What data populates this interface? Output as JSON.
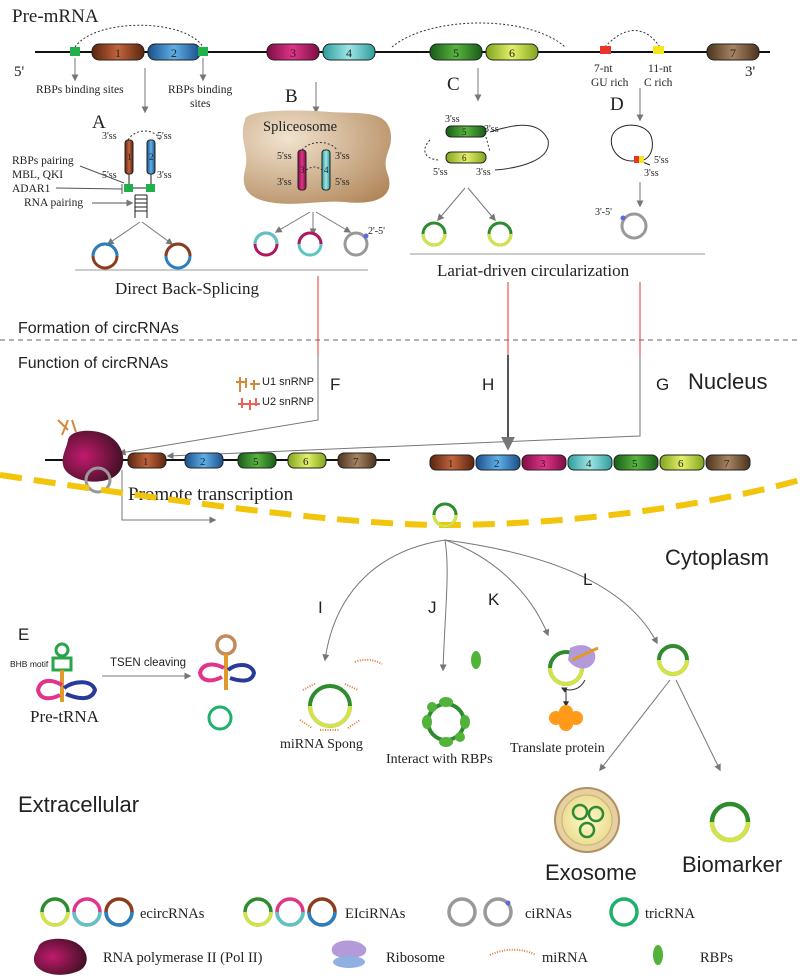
{
  "title": "Pre-mRNA",
  "strand": {
    "five_prime": "5'",
    "three_prime": "3'"
  },
  "exons": [
    "1",
    "2",
    "3",
    "4",
    "5",
    "6",
    "7"
  ],
  "rbp_sites": {
    "left": "RBPs binding sites",
    "right": "RBPs binding sites"
  },
  "gu_rich": {
    "line1": "7-nt",
    "line2": "GU rich"
  },
  "c_rich": {
    "line1": "11-nt",
    "line2": "C rich"
  },
  "panels": {
    "A": "A",
    "B": "B",
    "C": "C",
    "D": "D",
    "E": "E",
    "F": "F",
    "G": "G",
    "H": "H",
    "I": "I",
    "J": "J",
    "K": "K",
    "L": "L"
  },
  "splice": {
    "ss3": "3'ss",
    "ss5": "5'ss",
    "link_25": "2'-5'",
    "link_35": "3'-5'"
  },
  "panel_a": {
    "rbps_pairing": "RBPs pairing",
    "mbl_qki": "MBL, QKI",
    "adar1": "ADAR1",
    "rna_pairing": "RNA pairing"
  },
  "spliceosome": "Spliceosome",
  "direct_back_splicing": "Direct Back-Splicing",
  "lariat_driven": "Lariat-driven circularization",
  "formation": "Formation of circRNAs",
  "function": "Function of circRNAs",
  "nucleus": "Nucleus",
  "cytoplasm": "Cytoplasm",
  "extracellular": "Extracellular",
  "u1": "U1 snRNP",
  "u2": "U2 snRNP",
  "promote_transcription": "Promote transcription",
  "bhb_motif": "BHB motif",
  "tsen_cleaving": "TSEN cleaving",
  "pre_trna": "Pre-tRNA",
  "mirna_spong": "miRNA Spong",
  "interact_rbps": "Interact with RBPs",
  "translate_protein": "Translate protein",
  "exosome": "Exosome",
  "biomarker": "Biomarker",
  "legend": {
    "ecircrnas": "ecircRNAs",
    "elcirnas": "EIciRNAs",
    "cirnas": "ciRNAs",
    "tricrna": "tricRNA",
    "pol2": "RNA polymerase II (Pol II)",
    "ribosome": "Ribosome",
    "mirna": "miRNA",
    "rbps": "RBPs"
  },
  "colors": {
    "exon1": "#8b3d1c",
    "exon2": "#2a7fc0",
    "exon3": "#b0185e",
    "exon4": "#5cc4c4",
    "exon5": "#2e8b2e",
    "exon6": "#b5d33a",
    "exon7": "#7a5a3a",
    "rbp_site": "#21b14a",
    "gu": "#e8342a",
    "c_rich": "#f4e51c",
    "nucleus_line": "#f2c40c",
    "spliceosome": "#c8a47e",
    "arrow": "#777777"
  }
}
